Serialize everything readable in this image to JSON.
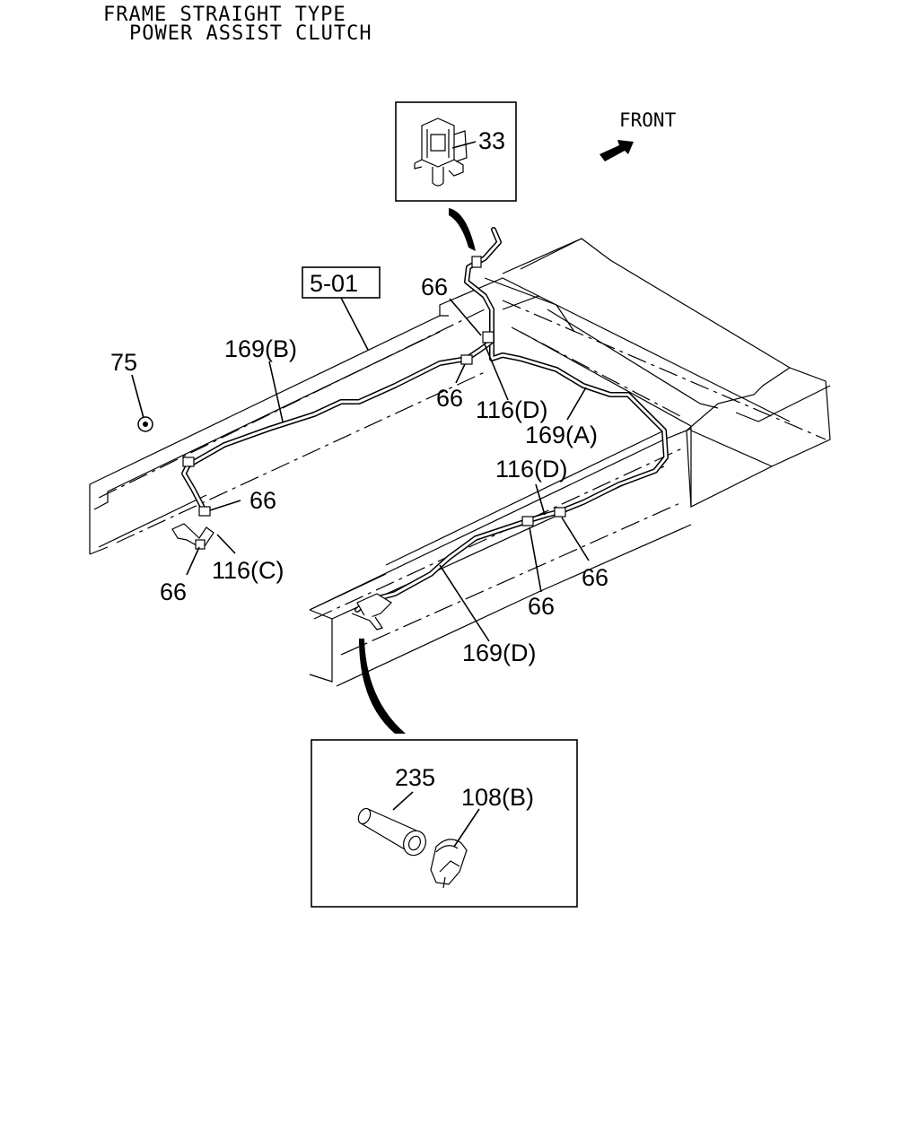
{
  "header": {
    "line1": "FRAME STRAIGHT TYPE",
    "line2": "POWER ASSIST CLUTCH"
  },
  "front_label": "FRONT",
  "ref_box": "5-01",
  "callouts": {
    "c33": "33",
    "c75": "75",
    "c66_top": "66",
    "c169b": "169(B)",
    "c66_mid": "66",
    "c116d_top": "116(D)",
    "c169a": "169(A)",
    "c116d_mid": "116(D)",
    "c66_left": "66",
    "c116c": "116(C)",
    "c66_bottomleft": "66",
    "c66_right": "66",
    "c66_bottom": "66",
    "c169d": "169(D)",
    "c235": "235",
    "c108b": "108(B)"
  }
}
